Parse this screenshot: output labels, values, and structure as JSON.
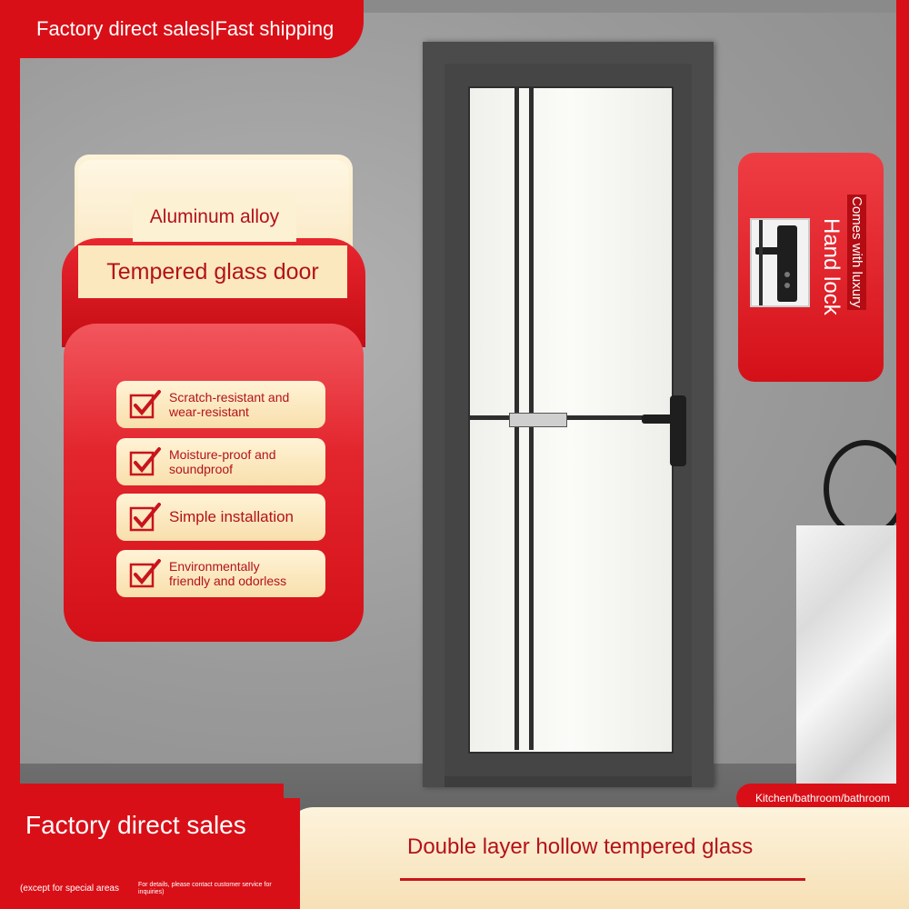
{
  "top_banner": {
    "text": "Factory direct sales|Fast shipping"
  },
  "product": {
    "material": "Aluminum alloy",
    "name": "Tempered glass door"
  },
  "features": [
    {
      "text": "Scratch-resistant and\nwear-resistant",
      "icon": "checkmark-icon"
    },
    {
      "text": "Moisture-proof and\nsoundproof",
      "icon": "checkmark-icon"
    },
    {
      "text": "Simple installation",
      "icon": "checkmark-icon"
    },
    {
      "text": "Environmentally\nfriendly and odorless",
      "icon": "checkmark-icon"
    }
  ],
  "lock_card": {
    "line1": "Comes with luxury",
    "line2": "Hand lock"
  },
  "usage_tag": "Kitchen/bathroom/bathroom",
  "bottom": {
    "headline": "Factory direct sales",
    "except_note": "(except for special areas",
    "details_note": "For details, please contact customer service for inquiries)",
    "glass_type": "Double layer hollow tempered glass"
  },
  "colors": {
    "brand_red": "#d90f17",
    "cream": "#f8e3b8",
    "text_red": "#b4121a"
  }
}
